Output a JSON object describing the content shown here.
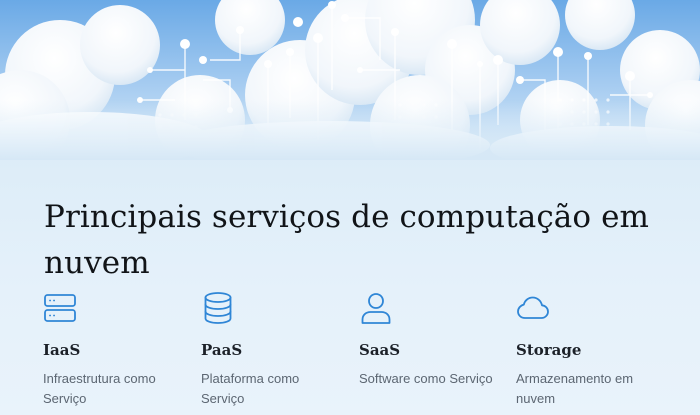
{
  "page": {
    "title": "Principais serviços de computação em nuvem"
  },
  "theme": {
    "accent": "#2f86d6",
    "title_color": "#111418",
    "text_muted": "#5c6672",
    "background": "#dcecf8"
  },
  "hero": {
    "image": "cloud-circuit-illustration"
  },
  "services": [
    {
      "name": "IaaS",
      "description": "Infraestrutura como Serviço",
      "icon": "server-icon"
    },
    {
      "name": "PaaS",
      "description": "Plataforma como Serviço",
      "icon": "database-icon"
    },
    {
      "name": "SaaS",
      "description": "Software como Serviço",
      "icon": "user-icon"
    },
    {
      "name": "Storage",
      "description": "Armazenamento em nuvem",
      "icon": "cloud-icon"
    }
  ]
}
